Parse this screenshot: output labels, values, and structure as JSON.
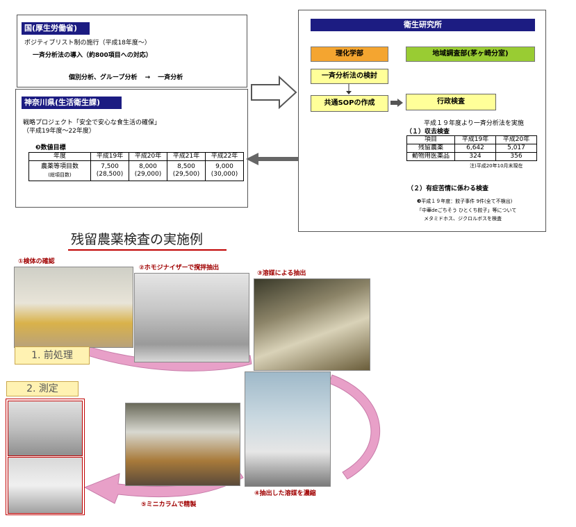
{
  "national": {
    "title": "国(厚生労働省)",
    "line1": "ポジティブリスト制の施行（平成18年度～）",
    "line2": "一斉分析法の導入（約800項目への対応）",
    "line3a": "個別分析、グループ分析",
    "line3arrow": "→",
    "line3b": "一斉分析"
  },
  "prefecture": {
    "title": "神奈川県(生活衛生課)",
    "line1": "戦略プロジェクト「安全で安心な食生活の確保」",
    "line2": "（平成19年度～22年度）",
    "target_heading": "❸数値目標",
    "table": {
      "header": [
        "年度",
        "平成19年",
        "平成20年",
        "平成21年",
        "平成22年"
      ],
      "row_label": "農薬等項目数",
      "row_sublabel": "(総項目数)",
      "values": [
        "7,500",
        "8,000",
        "8,500",
        "9,000"
      ],
      "totals": [
        "(28,500)",
        "(29,000)",
        "(29,500)",
        "(30,000)"
      ]
    }
  },
  "institute": {
    "title": "衛生研究所",
    "dept1": "理化学部",
    "dept2": "地域調査部(茅ヶ崎分室)",
    "step1": "一斉分析法の検討",
    "step2": "共通SOPの作成",
    "step3": "行政検査",
    "note": "平成１９年度より一斉分析法を実施",
    "section1": "（１）収去検査",
    "table": {
      "header": [
        "項目",
        "平成19年",
        "平成20年"
      ],
      "rows": [
        [
          "残留農薬",
          "6,642",
          "5,017"
        ],
        [
          "動物用医薬品",
          "324",
          "356"
        ]
      ],
      "footnote": "注)平成20年10月末現在"
    },
    "section2": "（２）有症苦情に係わる検査",
    "s2_line1": "❸平成１９年度：餃子事件  9件(全て不検出)",
    "s2_line2": "「中華deごちそう ひとくち餃子」等について",
    "s2_line3": "メタミドホス、ジクロルボスを検査"
  },
  "example": {
    "title": "残留農薬検査の実施例",
    "step1": "①検体の確認",
    "step2": "②ホモジナイザーで撹拌抽出",
    "step3": "③溶媒による抽出",
    "step4": "④抽出した溶媒を濃縮",
    "step5": "⑤ミニカラムで精製",
    "stage1": "1. 前処理",
    "stage2": "2. 測定"
  },
  "colors": {
    "navy": "#1c1c82",
    "orange": "#f4a530",
    "green": "#99cc33",
    "yellow": "#ffff99",
    "pink": "#e8a0c8",
    "title_red": "#a00000"
  }
}
